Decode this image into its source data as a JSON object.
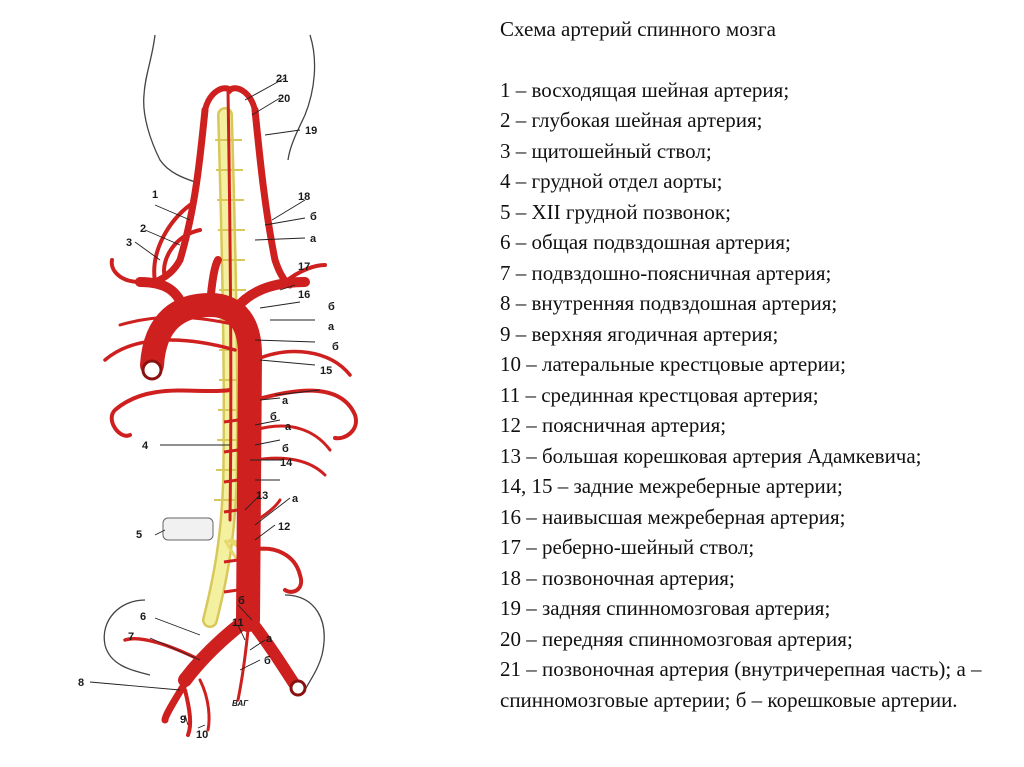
{
  "title": "Схема артерий спинного мозга",
  "legend": [
    "1 – восходящая шейная артерия;",
    "2 – глубокая шейная артерия;",
    "3 – щитошейный ствол;",
    "4 – грудной отдел аорты;",
    "5 – XII грудной позвонок;",
    "6 – общая подвздошная артерия;",
    "7 – подвздошно-поясничная артерия;",
    "8 – внутренняя подвздошная артерия;",
    "9 – верхняя ягодичная артерия;",
    "10 – латеральные крестцовые артерии;",
    "11 – срединная крестцовая артерия;",
    "12 – поясничная артерия;",
    "13 – большая корешковая артерия Адамкевича;",
    "14, 15 – задние межреберные артерии;",
    "16 – наивысшая межреберная артерия;",
    "17 – реберно-шейный ствол;",
    "18 – позвоночная артерия;",
    "19 – задняя спинномозговая артерия;",
    "20 – передняя спинномозговая артерия;",
    "21 – позвоночная артерия (внутричерепная часть); а – спинномозговые артерии; б – корешковые артерии."
  ],
  "figure": {
    "labels": {
      "n1": "1",
      "n2": "2",
      "n3": "3",
      "n4": "4",
      "n5": "5",
      "n6": "6",
      "n7": "7",
      "n8": "8",
      "n9": "9",
      "n10": "10",
      "n11": "11",
      "n12": "12",
      "n13": "13",
      "n14": "14",
      "n15": "15",
      "n16": "16",
      "n17": "17",
      "n18": "18",
      "n19": "19",
      "n20": "20",
      "n21": "21",
      "a": "а",
      "b": "б"
    },
    "signature": "ВАГ"
  },
  "colors": {
    "artery": "#cf2020",
    "cord": "#f3f0a0",
    "outline": "#333333"
  }
}
